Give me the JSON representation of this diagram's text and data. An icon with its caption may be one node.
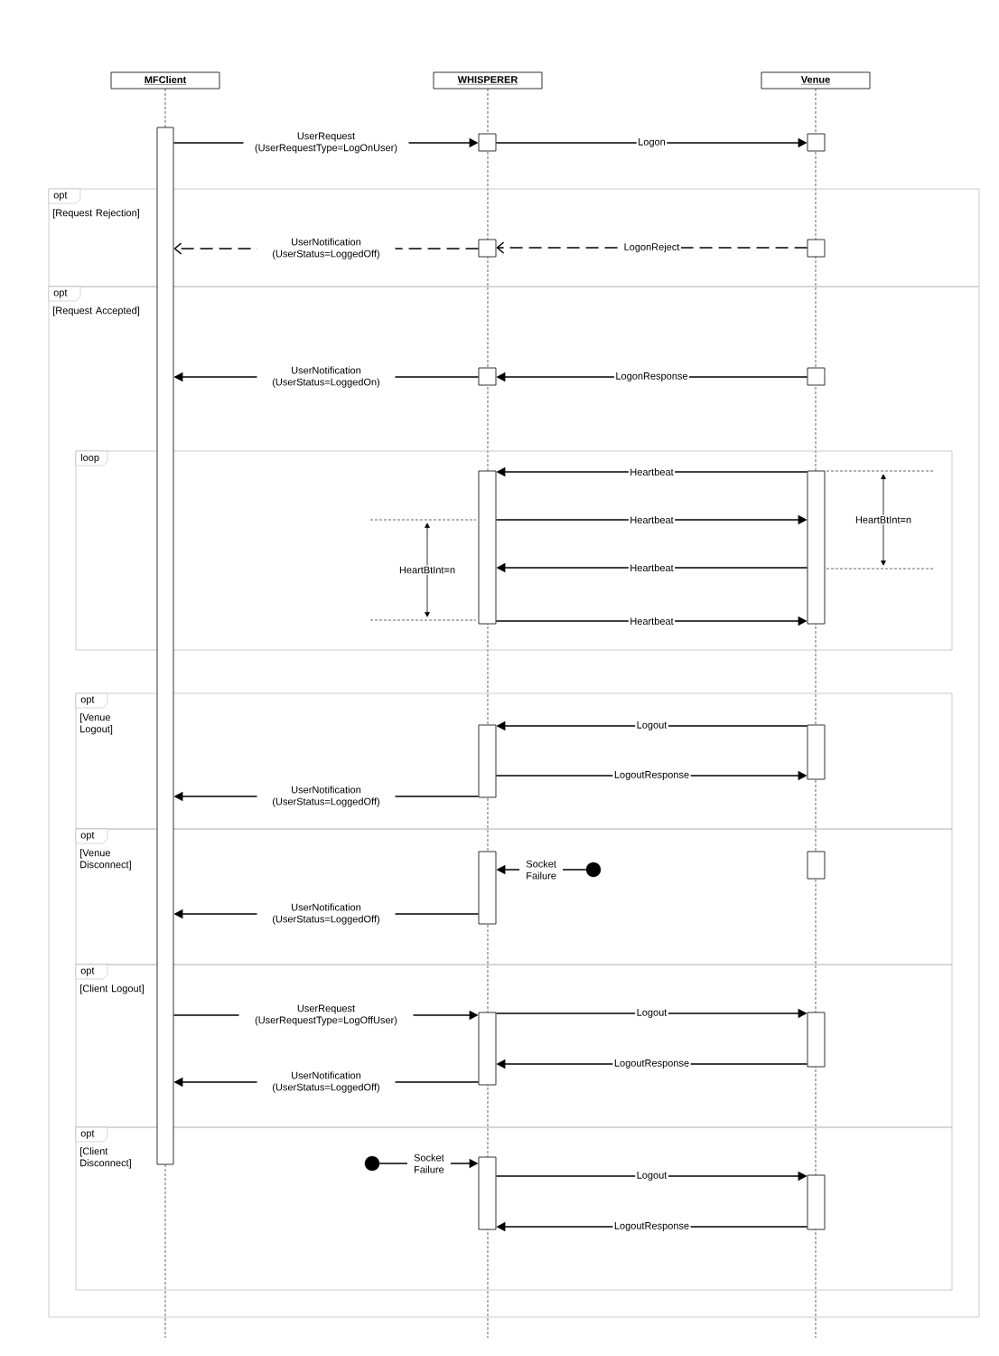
{
  "diagram": {
    "nodes": [
      {
        "text": [
          "MFClient"
        ]
      },
      {
        "text": [
          "WHISPERER"
        ]
      },
      {
        "text": [
          "Venue"
        ]
      },
      {
        "text": [
          "opt",
          "[Request Rejection]"
        ]
      },
      {
        "text": [
          "opt",
          "[Request Accepted]"
        ]
      },
      {
        "text": [
          "loop"
        ],
        "in": 4
      },
      {
        "text": [
          "opt",
          "[Venue Logout]"
        ],
        "in": 4
      },
      {
        "text": [
          "opt",
          "[Venue Disconnect]"
        ],
        "in": 4
      },
      {
        "text": [
          "opt",
          "[Client Logout]"
        ],
        "in": 4
      },
      {
        "text": [
          "opt",
          "[Client Disconnect]"
        ],
        "in": 4
      },
      {
        "text": [],
        "shape": "bar"
      },
      {
        "text": [],
        "shape": "bar"
      },
      {
        "text": [],
        "shape": "bar"
      },
      {
        "text": [],
        "shape": "bar",
        "in": 3
      },
      {
        "text": [],
        "shape": "bar",
        "in": 3
      },
      {
        "text": [],
        "shape": "bar",
        "in": 4
      },
      {
        "text": [],
        "shape": "bar",
        "in": 4
      },
      {
        "text": [],
        "shape": "bar",
        "in": 5
      },
      {
        "text": [],
        "shape": "bar",
        "in": 5
      },
      {
        "text": [],
        "shape": "bar",
        "in": 6
      },
      {
        "text": [],
        "shape": "bar",
        "in": 6
      },
      {
        "text": [],
        "shape": "bar",
        "in": 7
      },
      {
        "text": [],
        "shape": "bar",
        "in": 7
      },
      {
        "text": [],
        "shape": "circle",
        "in": 7
      },
      {
        "text": [],
        "shape": "bar",
        "in": 8
      },
      {
        "text": [],
        "shape": "bar",
        "in": 8
      },
      {
        "text": [],
        "shape": "bar",
        "in": 9
      },
      {
        "text": [],
        "shape": "bar",
        "in": 9
      },
      {
        "text": [],
        "shape": "circle",
        "in": 9
      }
    ],
    "edges": [
      {
        "from": 10,
        "to": 11,
        "arrow": "to",
        "label": "UserRequest (UserRequestType=LogOnUser)"
      },
      {
        "from": 11,
        "to": 12,
        "arrow": "to",
        "label": "Logon"
      },
      {
        "from": 14,
        "to": 13,
        "arrow": "to",
        "label": "LogonReject",
        "style": "dashed"
      },
      {
        "from": 13,
        "to": 10,
        "arrow": "to",
        "label": "UserNotification (UserStatus=LoggedOff)",
        "style": "dashed"
      },
      {
        "from": 16,
        "to": 15,
        "arrow": "to",
        "label": "LogonResponse"
      },
      {
        "from": 15,
        "to": 10,
        "arrow": "to",
        "label": "UserNotification (UserStatus=LoggedOn)"
      },
      {
        "from": 18,
        "to": 17,
        "arrow": "to",
        "label": "Heartbeat"
      },
      {
        "from": 17,
        "to": 18,
        "arrow": "to",
        "label": "Heartbeat"
      },
      {
        "from": 18,
        "to": 17,
        "arrow": "to",
        "label": "Heartbeat"
      },
      {
        "from": 17,
        "to": 18,
        "arrow": "to",
        "label": "Heartbeat"
      },
      {
        "from": 20,
        "to": 19,
        "arrow": "to",
        "label": "Logout"
      },
      {
        "from": 19,
        "to": 20,
        "arrow": "to",
        "label": "LogoutResponse"
      },
      {
        "from": 19,
        "to": 10,
        "arrow": "to",
        "label": "UserNotification (UserStatus=LoggedOff)"
      },
      {
        "from": 23,
        "to": 21,
        "arrow": "to",
        "label": "Socket Failure"
      },
      {
        "from": 21,
        "to": 10,
        "arrow": "to",
        "label": "UserNotification (UserStatus=LoggedOff)"
      },
      {
        "from": 10,
        "to": 24,
        "arrow": "to",
        "label": "UserRequest (UserRequestType=LogOffUser)"
      },
      {
        "from": 24,
        "to": 25,
        "arrow": "to",
        "label": "Logout"
      },
      {
        "from": 25,
        "to": 24,
        "arrow": "to",
        "label": "LogoutResponse"
      },
      {
        "from": 24,
        "to": 10,
        "arrow": "to",
        "label": "UserNotification (UserStatus=LoggedOff)"
      },
      {
        "from": 28,
        "to": 26,
        "arrow": "to",
        "label": "Socket Failure"
      },
      {
        "from": 26,
        "to": 27,
        "arrow": "to",
        "label": "Logout"
      },
      {
        "from": 27,
        "to": 26,
        "arrow": "to",
        "label": "LogoutResponse"
      }
    ],
    "labels": [
      "HeartBtInt=n",
      "HeartBtInt=n"
    ]
  }
}
